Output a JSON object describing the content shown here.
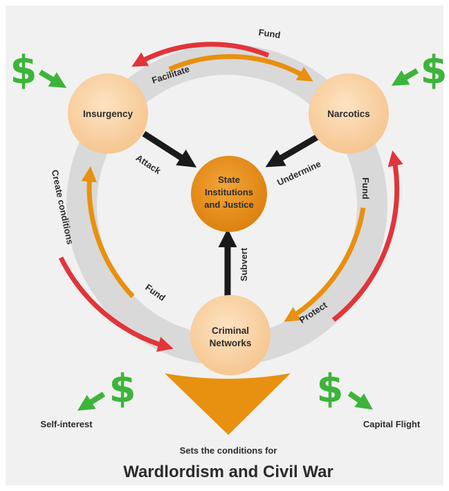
{
  "nodes": {
    "insurgency": "Insurgency",
    "narcotics": "Narcotics",
    "criminal_line1": "Criminal",
    "criminal_line2": "Networks",
    "center_line1": "State",
    "center_line2": "Institutions",
    "center_line3": "and Justice"
  },
  "edges": {
    "fund_top": "Fund",
    "facilitate": "Facilitate",
    "attack": "Attack",
    "undermine": "Undermine",
    "create_conditions": "Create conditions",
    "fund_left": "Fund",
    "fund_right": "Fund",
    "protect": "Protect",
    "subvert": "Subvert"
  },
  "outside": {
    "dollar_symbol": "$",
    "self_interest": "Self-interest",
    "capital_flight": "Capital Flight"
  },
  "footer": {
    "subtitle": "Sets the conditions for",
    "title": "Wardlordism and Civil War"
  },
  "colors": {
    "background": "#f1f1f1",
    "ring": "#d9d9d9",
    "node_fill": "#f8cf9f",
    "center_fill": "#e88e16",
    "red_arrow": "#e2343a",
    "orange_arrow": "#e8900f",
    "black_arrow": "#1a1a1a",
    "money_green": "#3db43a"
  }
}
